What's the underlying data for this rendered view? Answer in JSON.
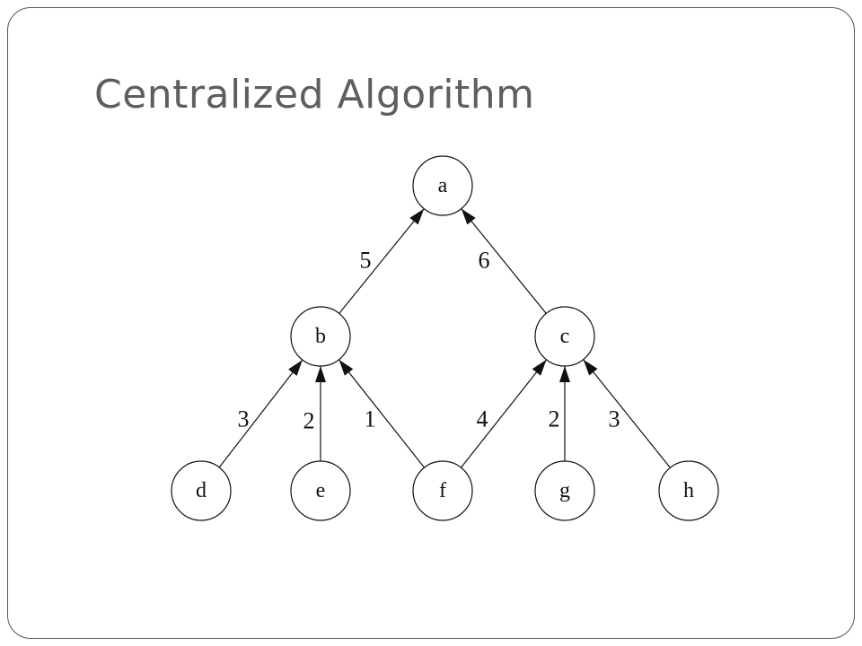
{
  "slide": {
    "title": "Centralized Algorithm"
  },
  "diagram": {
    "nodes": [
      {
        "id": "a",
        "label": "a"
      },
      {
        "id": "b",
        "label": "b"
      },
      {
        "id": "c",
        "label": "c"
      },
      {
        "id": "d",
        "label": "d"
      },
      {
        "id": "e",
        "label": "e"
      },
      {
        "id": "f",
        "label": "f"
      },
      {
        "id": "g",
        "label": "g"
      },
      {
        "id": "h",
        "label": "h"
      }
    ],
    "edges": [
      {
        "from": "b",
        "to": "a",
        "label": "5"
      },
      {
        "from": "c",
        "to": "a",
        "label": "6"
      },
      {
        "from": "d",
        "to": "b",
        "label": "3"
      },
      {
        "from": "e",
        "to": "b",
        "label": "2"
      },
      {
        "from": "f",
        "to": "b",
        "label": "1"
      },
      {
        "from": "f",
        "to": "c",
        "label": "4"
      },
      {
        "from": "g",
        "to": "c",
        "label": "2"
      },
      {
        "from": "h",
        "to": "c",
        "label": "3"
      }
    ]
  }
}
